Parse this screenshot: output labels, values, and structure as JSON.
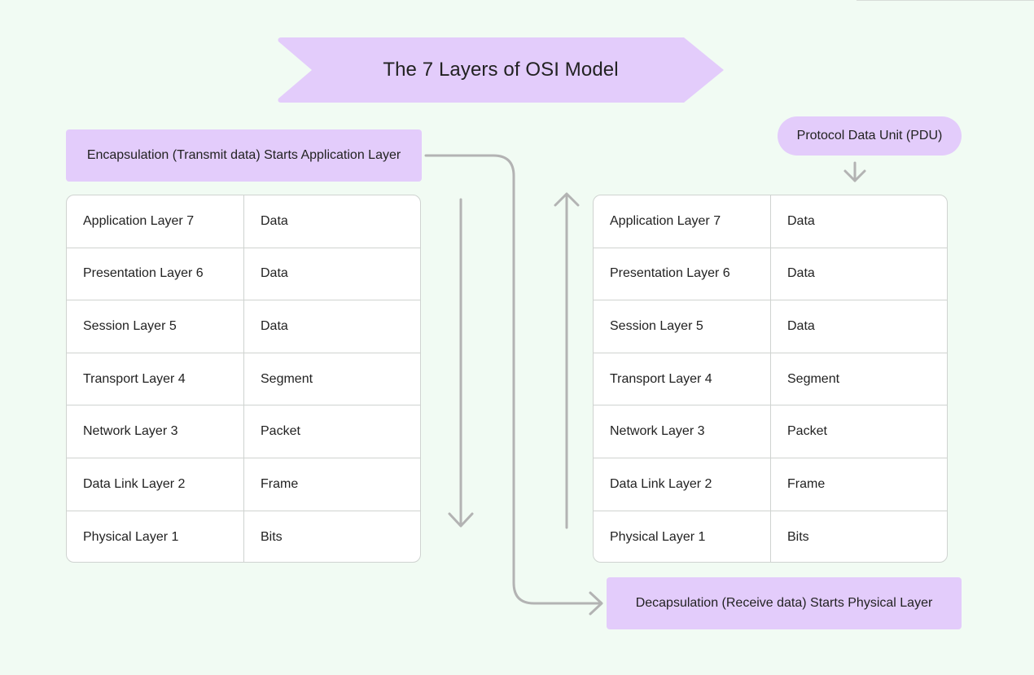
{
  "title": "The 7 Layers of OSI Model",
  "encapsulation_label": "Encapsulation (Transmit data) Starts Application Layer",
  "pdu_label": "Protocol Data Unit (PDU)",
  "decapsulation_label": "Decapsulation (Receive data)  Starts Physical Layer",
  "layers": [
    {
      "name": "Application Layer 7",
      "pdu": "Data"
    },
    {
      "name": "Presentation Layer 6",
      "pdu": "Data"
    },
    {
      "name": "Session Layer 5",
      "pdu": "Data"
    },
    {
      "name": "Transport Layer 4",
      "pdu": "Segment"
    },
    {
      "name": "Network Layer 3",
      "pdu": "Packet"
    },
    {
      "name": "Data Link Layer 2",
      "pdu": "Frame"
    },
    {
      "name": "Physical Layer 1",
      "pdu": "Bits"
    }
  ],
  "colors": {
    "background": "#f1fbf3",
    "accent": "#e3ccfb",
    "arrow": "#b3b3b3",
    "border": "#cfd3d0"
  }
}
